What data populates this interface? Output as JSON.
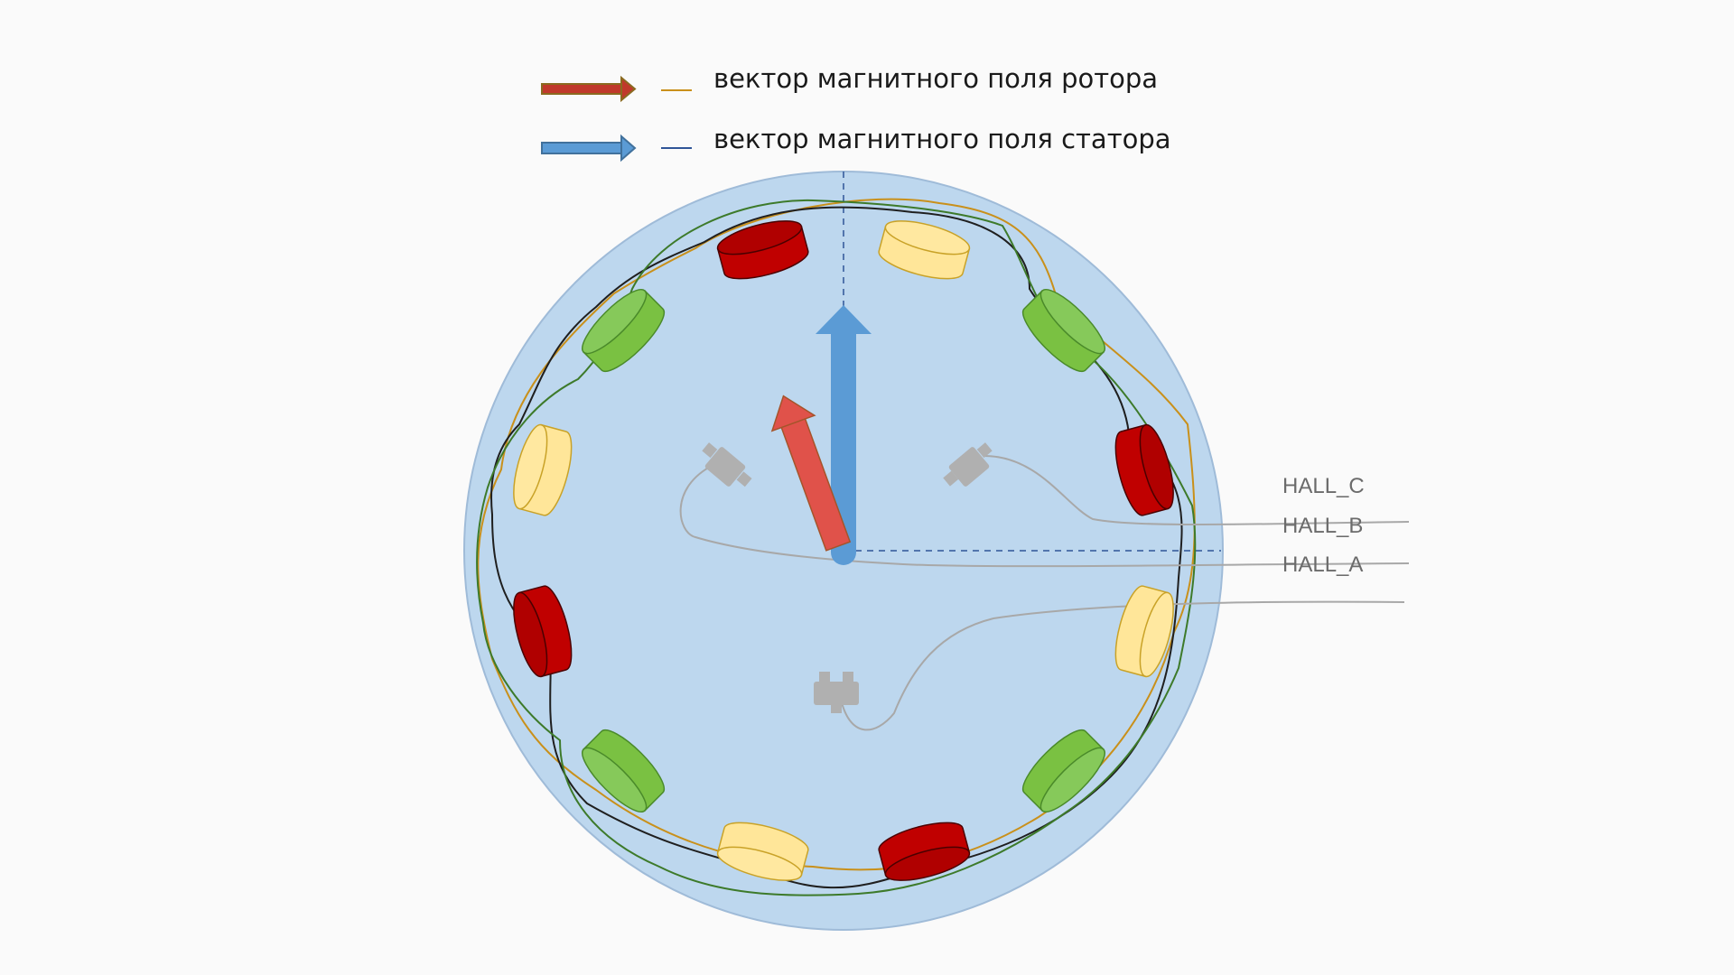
{
  "legend": {
    "rotor_label": "вектор магнитного поля ротора",
    "stator_label": "вектор магнитного поля статора"
  },
  "hall_sensors": {
    "c": "HALL_C",
    "b": "HALL_B",
    "a": "HALL_A"
  },
  "colors": {
    "rotor_vector": "#c0392b",
    "stator_vector": "#5b9bd5",
    "disc": "#bdd7ee",
    "coil_red": "#c00000",
    "coil_yellow": "#ffe699",
    "coil_green": "#7ac142",
    "wire_black": "#1f1f1f",
    "wire_green": "#3d7a2a",
    "wire_orange": "#c9901a",
    "hall_sensor": "#b0b0b0"
  },
  "coil_sequence": [
    "red",
    "yellow",
    "green",
    "red",
    "yellow",
    "green",
    "red",
    "yellow",
    "green",
    "red",
    "yellow",
    "green"
  ]
}
